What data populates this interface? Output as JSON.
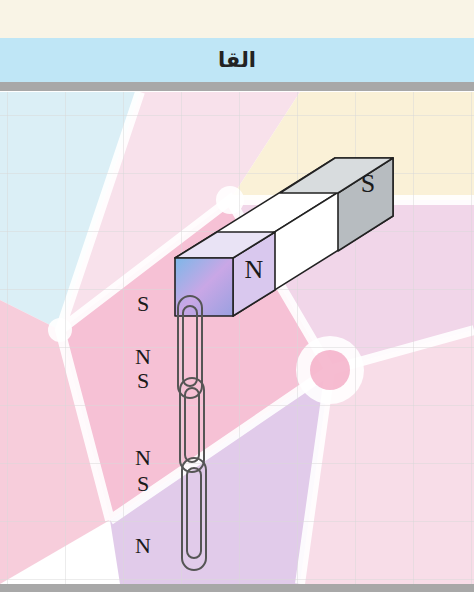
{
  "diagram": {
    "title": "القا",
    "labels": [
      "S",
      "N",
      "S",
      "N",
      "S",
      "N",
      "S",
      "N"
    ]
  }
}
